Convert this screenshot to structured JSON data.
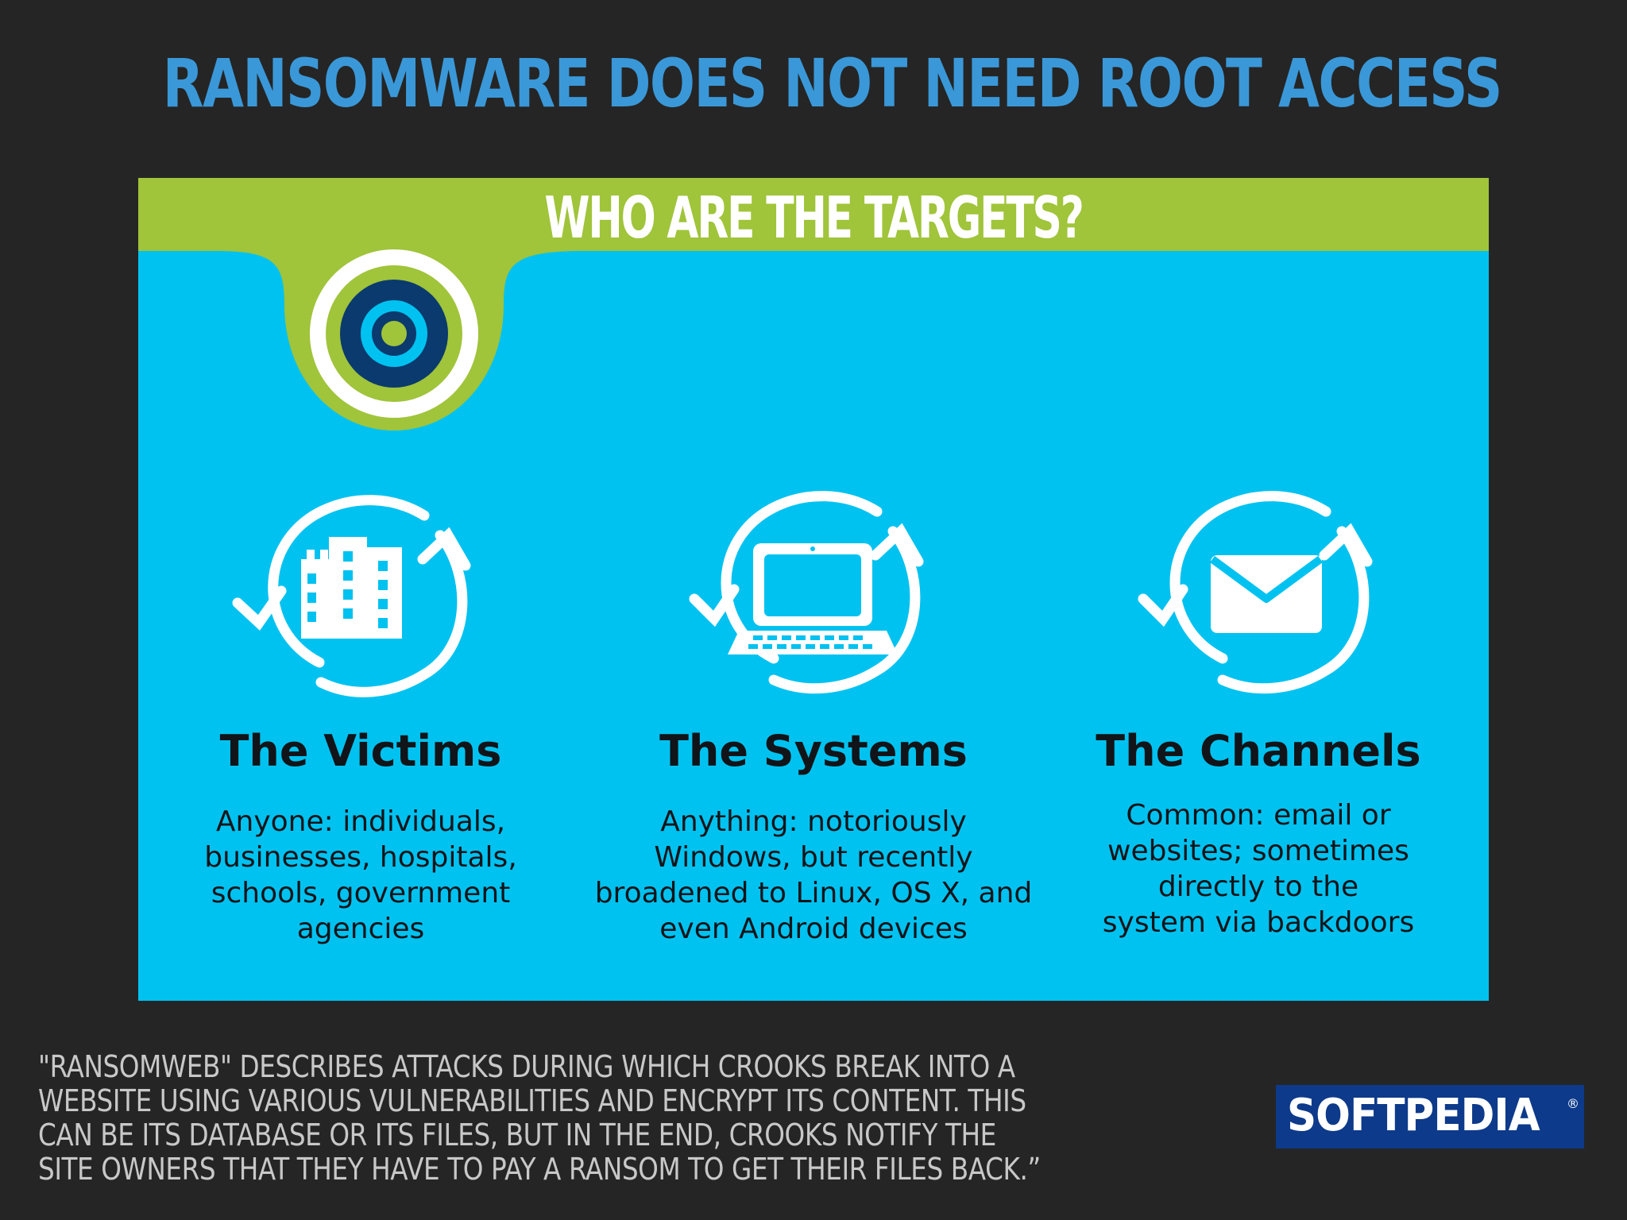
{
  "title": "RANSOMWARE DOES NOT NEED ROOT ACCESS",
  "infographic": {
    "heading": "WHO ARE THE TARGETS?",
    "colors": {
      "panel": "#00c2f0",
      "banner": "#a0c43a",
      "target_dark": "#0b3a6e"
    },
    "columns": [
      {
        "icon": "buildings-icon",
        "heading": "The Victims",
        "lines": [
          "Anyone: individuals,",
          "businesses, hospitals,",
          "schools, government",
          "agencies"
        ]
      },
      {
        "icon": "laptop-icon",
        "heading": "The Systems",
        "lines": [
          "Anything: notoriously",
          "Windows, but recently",
          "broadened to Linux, OS X, and",
          "even Android devices"
        ]
      },
      {
        "icon": "envelope-icon",
        "heading": "The Channels",
        "lines": [
          "Common: email or",
          "websites; sometimes",
          "directly to the",
          "system via backdoors"
        ]
      }
    ]
  },
  "caption": {
    "lines": [
      "\"RANSOMWEB\" DESCRIBES ATTACKS DURING WHICH CROOKS BREAK INTO A",
      "WEBSITE USING VARIOUS VULNERABILITIES AND ENCRYPT ITS CONTENT. THIS",
      "CAN BE ITS DATABASE OR ITS FILES, BUT IN THE END, CROOKS NOTIFY THE",
      "SITE OWNERS THAT THEY HAVE TO PAY A RANSOM TO GET THEIR FILES BACK.”"
    ]
  },
  "logo": {
    "text": "SOFTPEDIA",
    "mark": "®",
    "color": "#0d3a8a"
  }
}
